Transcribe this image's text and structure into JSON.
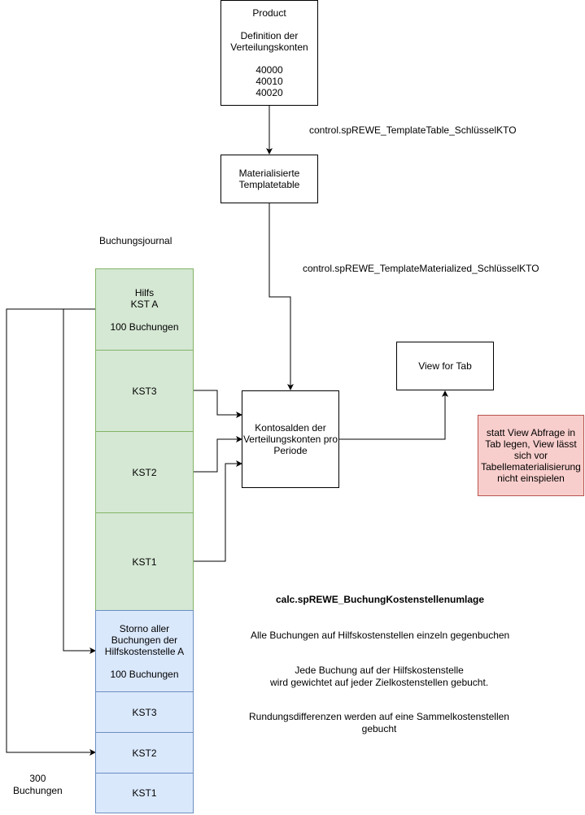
{
  "nodes": {
    "product": "Product\n\nDefinition der\nVerteilungskonten\n\n40000\n40010\n40020",
    "materialized": "Materialisierte\nTemplatetable",
    "kontosalden": "Kontosalden der\nVerteilungskonten pro\nPeriode",
    "view_for_tab": "View for Tab",
    "note": "statt View Abfrage in\nTab legen, View lässt\nsich vor\nTabellematerialisierung\nnicht einspielen",
    "green": [
      {
        "id": "hilfs",
        "text": "Hilfs\nKST A\n\n100 Buchungen"
      },
      {
        "id": "kst3",
        "text": "KST3"
      },
      {
        "id": "kst2",
        "text": "KST2"
      },
      {
        "id": "kst1",
        "text": "KST1"
      }
    ],
    "blue": [
      {
        "id": "storno",
        "text": "Storno aller\nBuchungen der\nHilfskostenstelle A\n\n100 Buchungen"
      },
      {
        "id": "kst3",
        "text": "KST3"
      },
      {
        "id": "kst2",
        "text": "KST2"
      },
      {
        "id": "kst1",
        "text": "KST1"
      }
    ]
  },
  "labels": {
    "edge1": "control.spREWE_TemplateTable_SchlüsselKTO",
    "edge2": "control.spREWE_TemplateMaterialized_SchlüsselKTO",
    "buchungsjournal": "Buchungsjournal",
    "calc_title": "calc.spREWE_BuchungKostenstellenumlage",
    "calc_line1": "Alle Buchungen auf Hilfskostenstellen einzeln gegenbuchen",
    "calc_line2": "Jede Buchung auf der Hilfskostenstelle\nwird gewichtet auf jeder Zielkostenstellen gebucht.",
    "calc_line3": "Rundungsdifferenzen werden auf eine Sammelkostenstellen\ngebucht",
    "count": "300\nBuchungen"
  },
  "colors": {
    "green_fill": "#d5e8d4",
    "green_stroke": "#82b366",
    "blue_fill": "#dae8fc",
    "blue_stroke": "#6c8ebf",
    "red_fill": "#f8cecc",
    "red_stroke": "#b85450"
  }
}
